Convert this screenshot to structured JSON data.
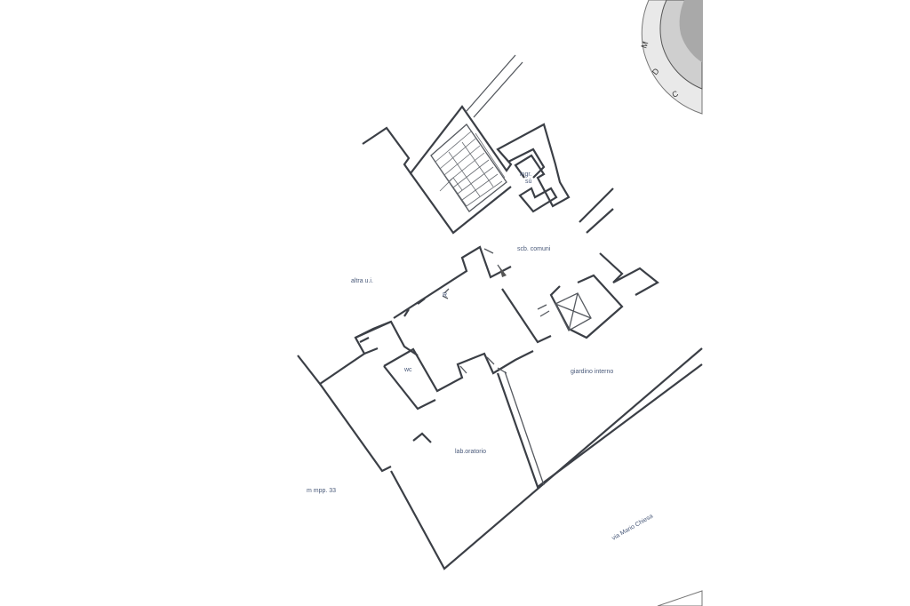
{
  "plan": {
    "rooms": {
      "ingresso": "ingr.",
      "disimpegno": "sù",
      "vano_scale": "scb. comuni",
      "altra_ui": "altra u.i.",
      "wc": "wc",
      "locale": "R",
      "laboratorio": "lab.oratorio",
      "giardino": "giardino interno",
      "mappale": "m mpp. 33",
      "strada": "via Mario Chiesa"
    }
  }
}
